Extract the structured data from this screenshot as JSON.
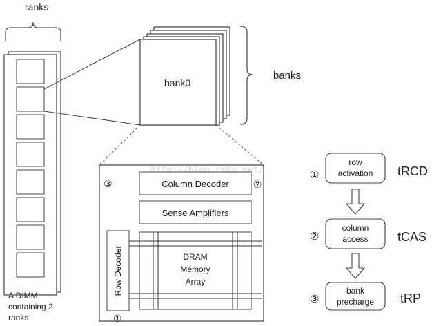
{
  "ranks_label": "ranks",
  "banks_label": "banks",
  "bank_label": "bank0",
  "dimm_caption": [
    "A DIMM",
    "containing 2",
    "ranks"
  ],
  "watermark": "http://blog.csdn.net/",
  "chip": {
    "column_decoder": "Column Decoder",
    "sense_amplifiers": "Sense Amplifiers",
    "row_decoder": "Row Decoder",
    "array_lines": [
      "DRAM",
      "Memory",
      "Array"
    ],
    "markers": {
      "row": "①",
      "column": "②",
      "precharge": "③"
    }
  },
  "timeline": [
    {
      "step": "①",
      "lines": [
        "row",
        "activation"
      ],
      "timing": "tRCD"
    },
    {
      "step": "②",
      "lines": [
        "column",
        "access"
      ],
      "timing": "tCAS"
    },
    {
      "step": "③",
      "lines": [
        "bank",
        "precharge"
      ],
      "timing": "tRP"
    }
  ]
}
